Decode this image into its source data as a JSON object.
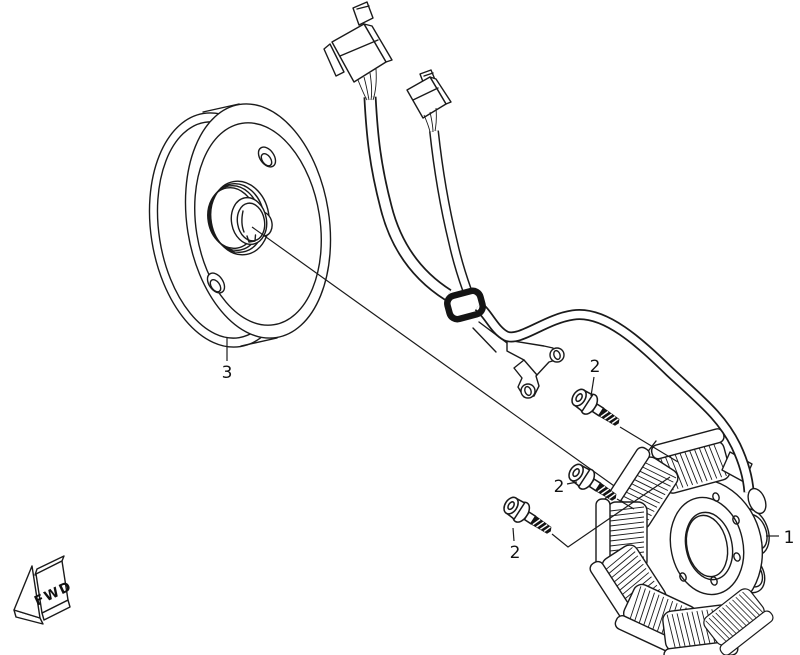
{
  "canvas": {
    "background": "#ffffff",
    "line_color": "#1a1a1a"
  },
  "callouts": {
    "part1": {
      "text": "1"
    },
    "part2_a": {
      "text": "2"
    },
    "part2_b": {
      "text": "2"
    },
    "part2_c": {
      "text": "2"
    },
    "part3": {
      "text": "3"
    }
  },
  "direction_indicator": {
    "text": "FWD"
  }
}
